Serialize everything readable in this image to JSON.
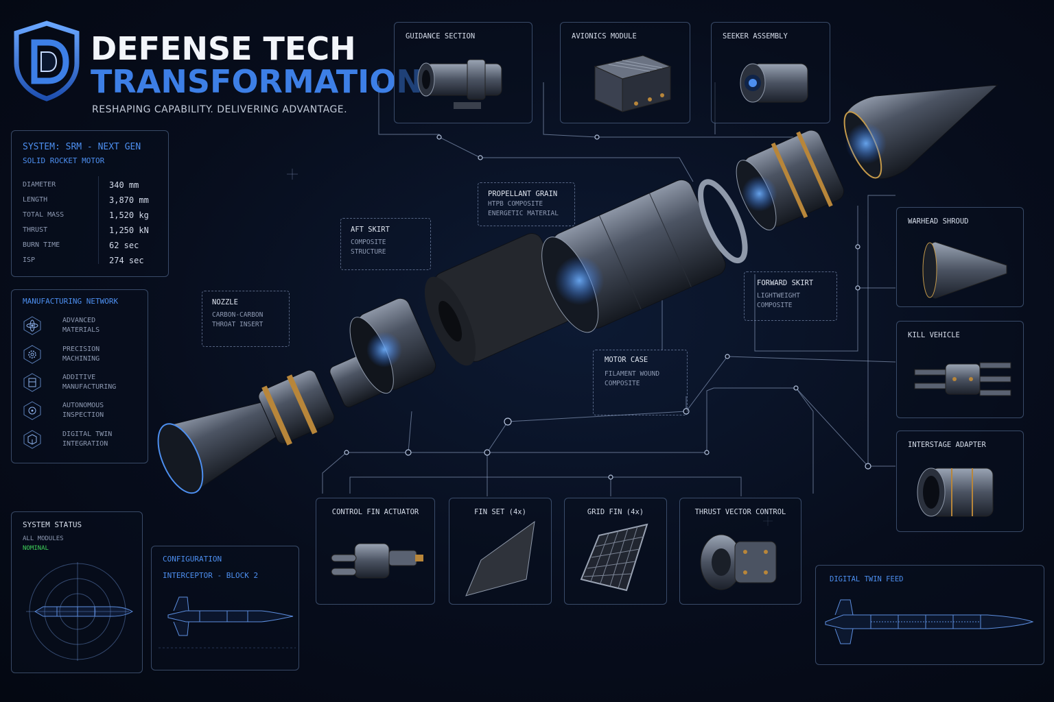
{
  "header": {
    "title_line1": "DEFENSE TECH",
    "title_line2": "TRANSFORMATION",
    "tagline": "RESHAPING CAPABILITY. DELIVERING ADVANTAGE."
  },
  "colors": {
    "accent": "#3d7fe6",
    "background": "#070d1c",
    "status_ok": "#3fd45a"
  },
  "system_specs": {
    "title": "SYSTEM: SRM - NEXT GEN",
    "subtitle": "SOLID ROCKET MOTOR",
    "rows": [
      {
        "label": "DIAMETER",
        "value": "340 mm"
      },
      {
        "label": "LENGTH",
        "value": "3,870 mm"
      },
      {
        "label": "TOTAL MASS",
        "value": "1,520 kg"
      },
      {
        "label": "THRUST",
        "value": "1,250 kN"
      },
      {
        "label": "BURN TIME",
        "value": "62 sec"
      },
      {
        "label": "ISP",
        "value": "274 sec"
      }
    ]
  },
  "manufacturing": {
    "title": "MANUFACTURING NETWORK",
    "items": [
      {
        "line1": "ADVANCED",
        "line2": "MATERIALS",
        "icon": "atom-icon"
      },
      {
        "line1": "PRECISION",
        "line2": "MACHINING",
        "icon": "gear-icon"
      },
      {
        "line1": "ADDITIVE",
        "line2": "MANUFACTURING",
        "icon": "printer-icon"
      },
      {
        "line1": "AUTONOMOUS",
        "line2": "INSPECTION",
        "icon": "scan-icon"
      },
      {
        "line1": "DIGITAL TWIN",
        "line2": "INTEGRATION",
        "icon": "cube-icon"
      }
    ]
  },
  "status": {
    "title": "SYSTEM STATUS",
    "line1": "ALL MODULES",
    "line2": "NOMINAL"
  },
  "configuration": {
    "title": "CONFIGURATION",
    "value": "INTERCEPTOR - BLOCK 2"
  },
  "top_cards": [
    {
      "title": "GUIDANCE SECTION"
    },
    {
      "title": "AVIONICS MODULE"
    },
    {
      "title": "SEEKER ASSEMBLY"
    }
  ],
  "right_cards": [
    {
      "title": "WARHEAD SHROUD"
    },
    {
      "title": "KILL VEHICLE"
    },
    {
      "title": "INTERSTAGE ADAPTER"
    }
  ],
  "bottom_cards": [
    {
      "title": "CONTROL FIN ACTUATOR"
    },
    {
      "title": "FIN SET (4x)"
    },
    {
      "title": "GRID FIN (4x)"
    },
    {
      "title": "THRUST VECTOR CONTROL"
    }
  ],
  "callouts": {
    "nozzle": {
      "title": "NOZZLE",
      "line1": "CARBON-CARBON",
      "line2": "THROAT INSERT"
    },
    "aft_skirt": {
      "title": "AFT SKIRT",
      "line1": "COMPOSITE",
      "line2": "STRUCTURE"
    },
    "propellant": {
      "title": "PROPELLANT GRAIN",
      "line1": "HTPB COMPOSITE",
      "line2": "ENERGETIC MATERIAL"
    },
    "motor_case": {
      "title": "MOTOR CASE",
      "line1": "FILAMENT WOUND",
      "line2": "COMPOSITE"
    },
    "forward_skirt": {
      "title": "FORWARD SKIRT",
      "line1": "LIGHTWEIGHT",
      "line2": "COMPOSITE"
    }
  },
  "digital_twin": {
    "title": "DIGITAL TWIN FEED"
  }
}
